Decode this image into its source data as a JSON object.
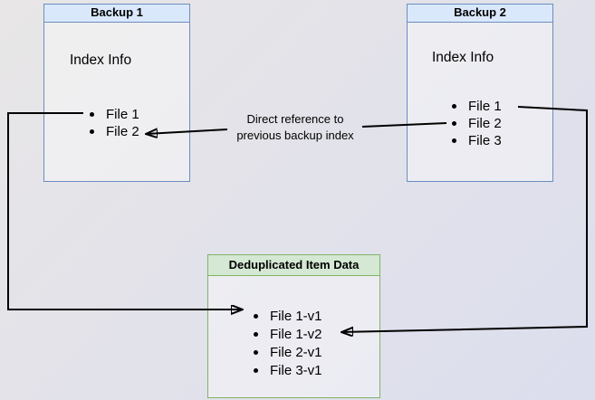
{
  "backup1": {
    "title": "Backup 1",
    "index_label": "Index Info",
    "files": [
      "File 1",
      "File 2"
    ]
  },
  "backup2": {
    "title": "Backup 2",
    "index_label": "Index Info",
    "files": [
      "File 1",
      "File 2",
      "File 3"
    ]
  },
  "dedup": {
    "title": "Deduplicated Item Data",
    "items": [
      "File 1-v1",
      "File 1-v2",
      "File 2-v1",
      "File 3-v1"
    ]
  },
  "annotation": {
    "line1": "Direct reference to",
    "line2": "previous backup index"
  },
  "colors": {
    "blue_fill": "#dae8fc",
    "blue_border": "#6c8ebf",
    "green_fill": "#d5e8d4",
    "green_border": "#82b366",
    "arrow": "#000000",
    "background_top_left": "#e8e6e6",
    "background_bottom_right": "#dcdeee"
  }
}
